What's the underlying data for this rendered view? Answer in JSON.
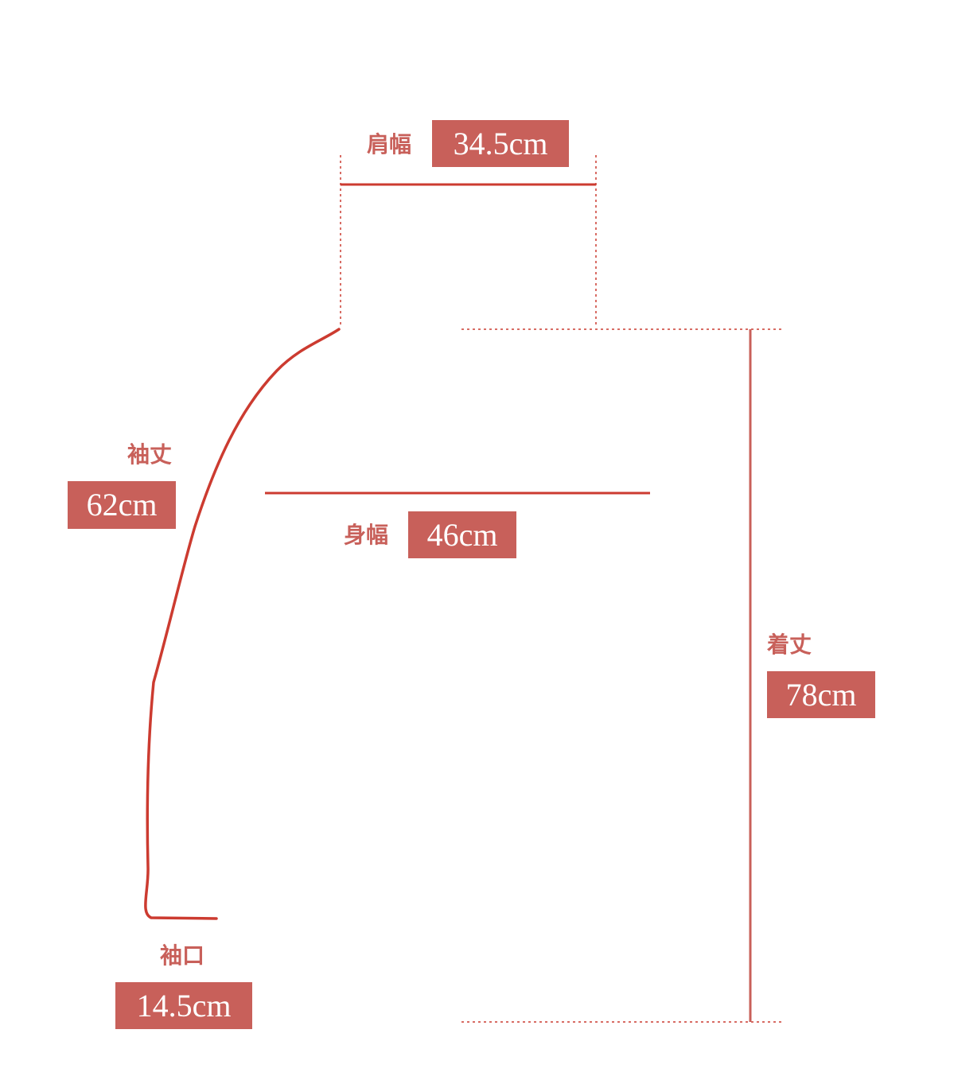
{
  "colors": {
    "accent": "#c8605a",
    "line": "#cc3b30"
  },
  "measurements": {
    "shoulder": {
      "label": "肩幅",
      "value": "34.5cm"
    },
    "sleeve_length": {
      "label": "袖丈",
      "value": "62cm"
    },
    "body_width": {
      "label": "身幅",
      "value": "46cm"
    },
    "total_length": {
      "label": "着丈",
      "value": "78cm"
    },
    "sleeve_opening": {
      "label": "袖口",
      "value": "14.5cm"
    }
  }
}
